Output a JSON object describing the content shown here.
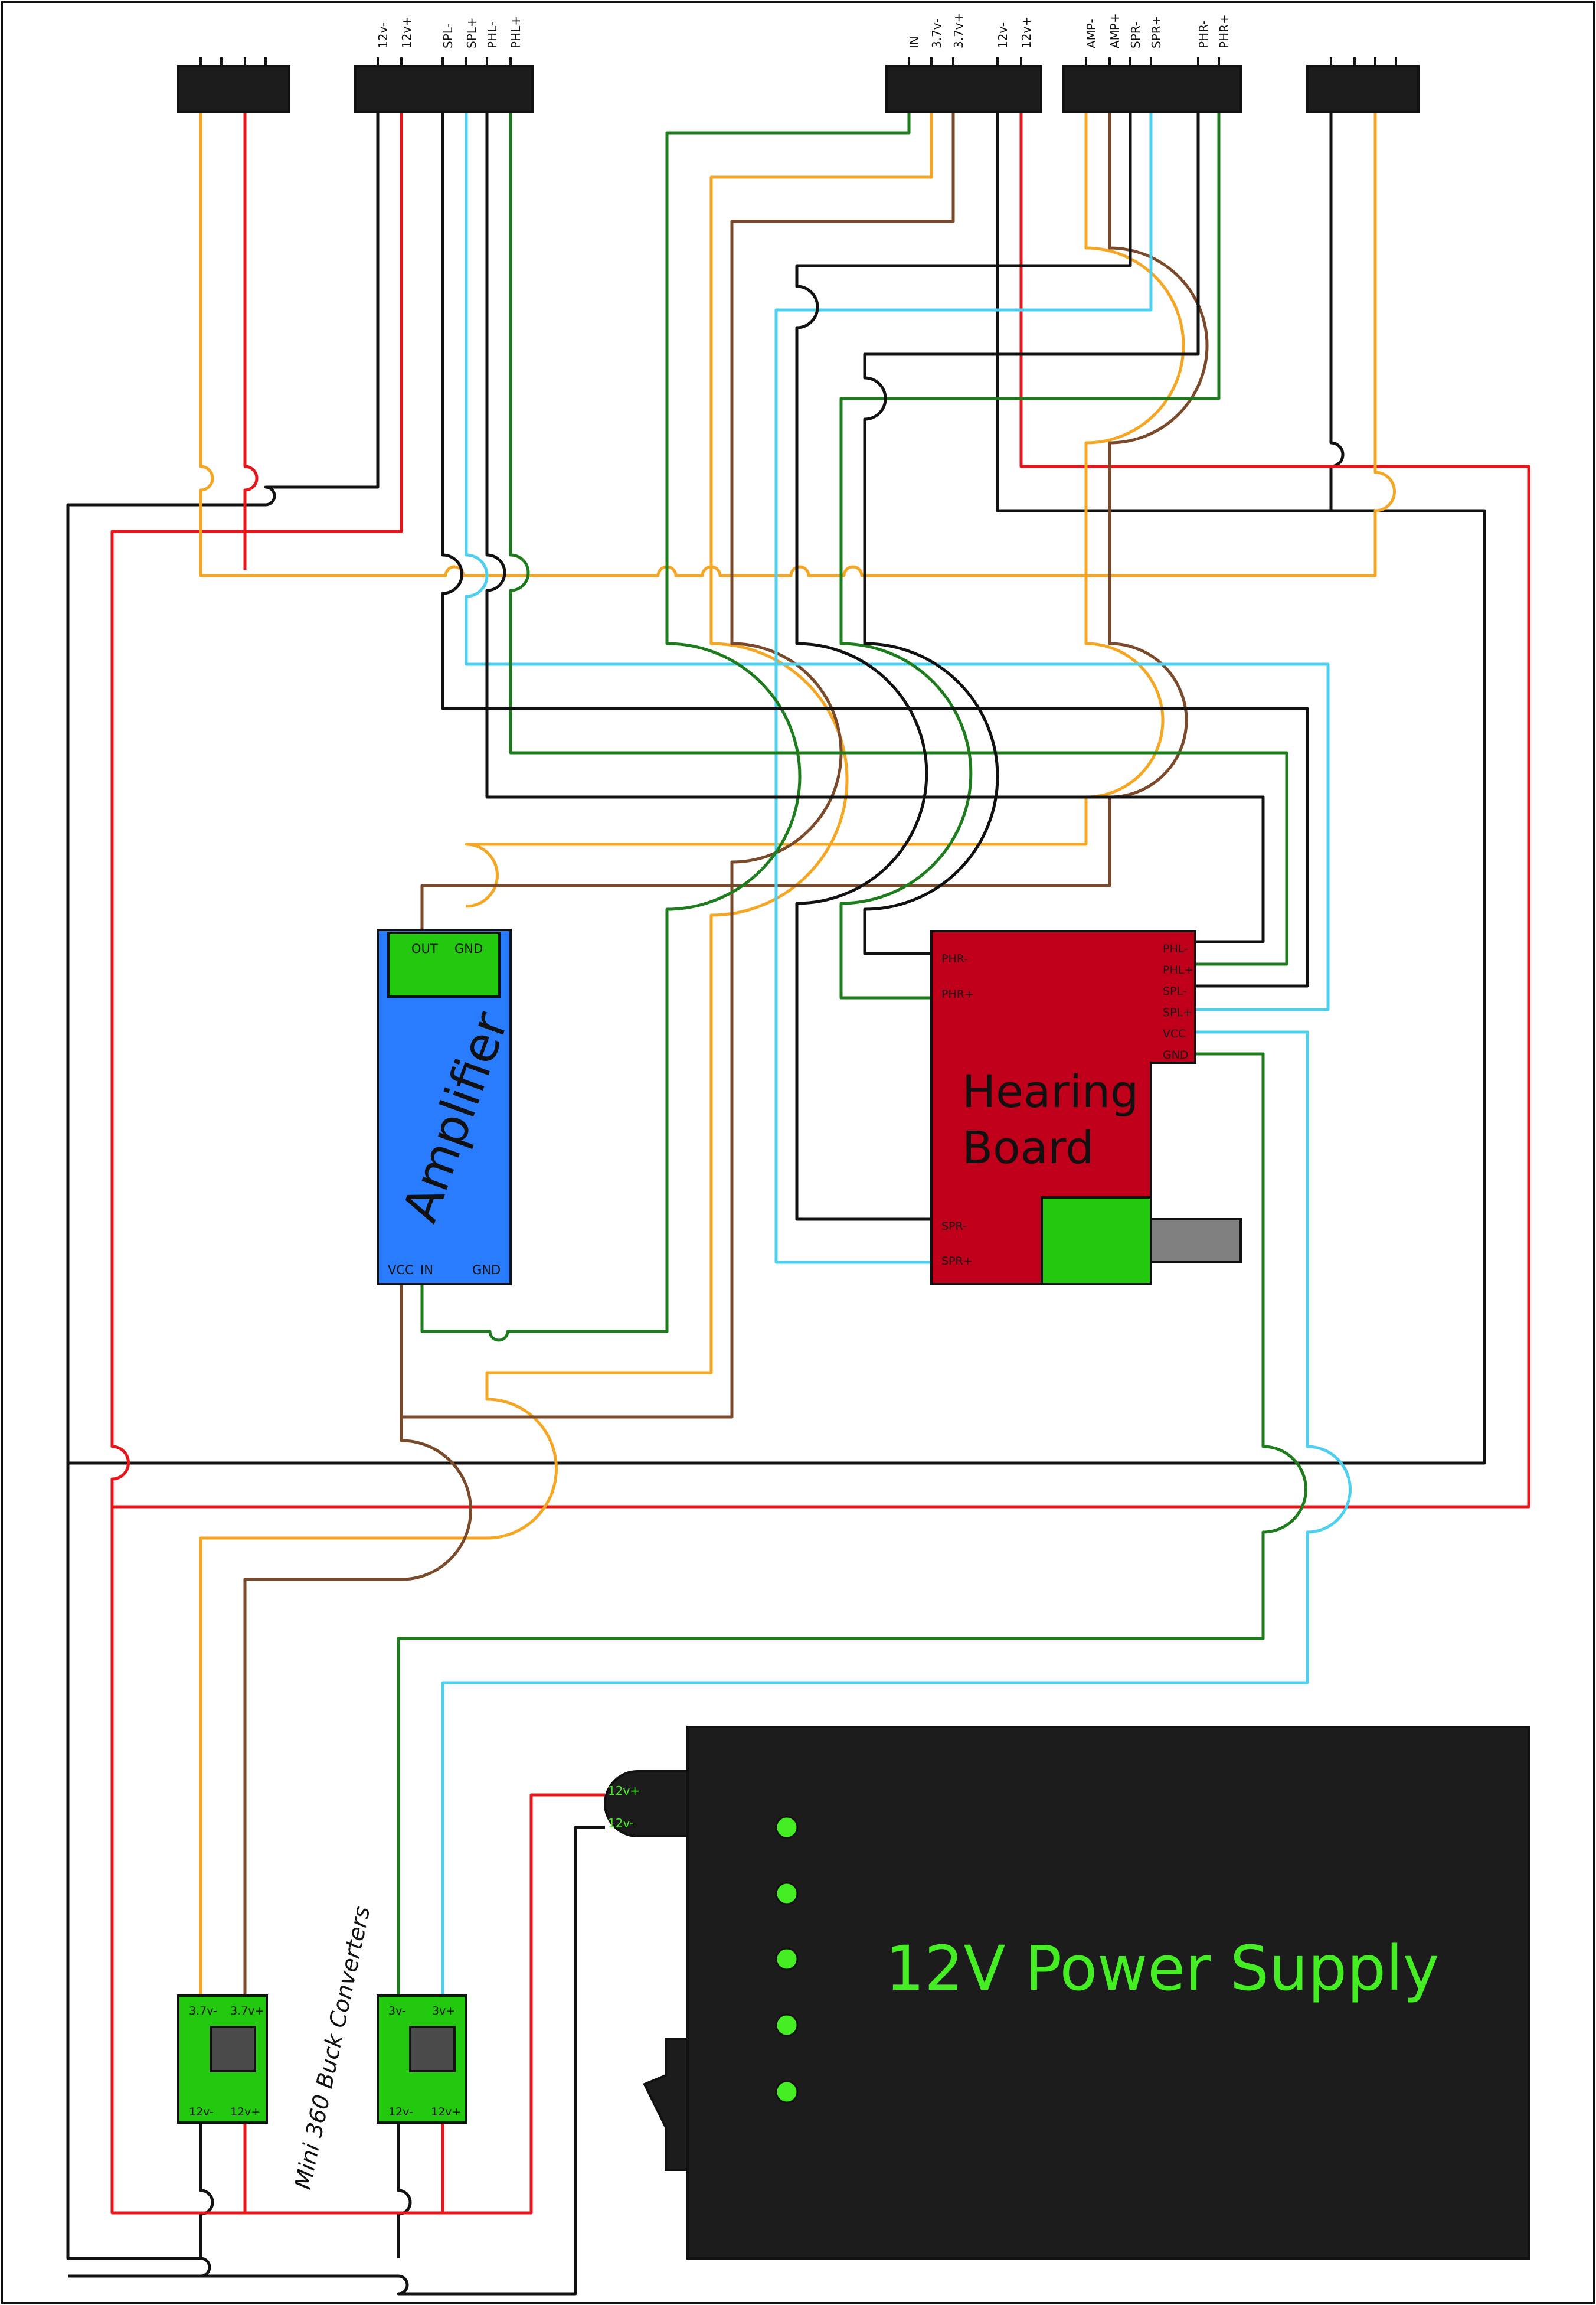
{
  "connectors": {
    "c1": {
      "pins": []
    },
    "c2": {
      "pins": [
        "12v-",
        "12v+",
        "",
        "SPL-",
        "SPL+",
        "PHL-",
        "PHL+"
      ]
    },
    "c3": {
      "pins": [
        "IN",
        "3.7v-",
        "3.7v+",
        "",
        "12v-",
        "12v+"
      ]
    },
    "c4": {
      "pins": [
        "AMP-",
        "AMP+",
        "SPR-",
        "SPR+",
        "",
        "PHR-",
        "PHR+"
      ]
    },
    "c5": {
      "pins": []
    }
  },
  "amplifier": {
    "title": "Amplifier",
    "out_label": "OUT",
    "gnd_top_label": "GND",
    "vcc_label": "VCC",
    "in_label": "IN",
    "gnd_bottom_label": "GND"
  },
  "hearing_board": {
    "title_line1": "Hearing",
    "title_line2": "Board",
    "left_pins": [
      "PHR-",
      "PHR+"
    ],
    "right_pins": [
      "PHL-",
      "PHL+",
      "SPL-",
      "SPL+",
      "VCC",
      "GND"
    ],
    "bottom_pins": [
      "SPR-",
      "SPR+"
    ]
  },
  "buck_converters": {
    "caption": "Mini 360 Buck Converters",
    "left": {
      "top_minus": "3.7v-",
      "top_plus": "3.7v+",
      "bottom_minus": "12v-",
      "bottom_plus": "12v+"
    },
    "right": {
      "top_minus": "3v-",
      "top_plus": "3v+",
      "bottom_minus": "12v-",
      "bottom_plus": "12v+"
    }
  },
  "power_supply": {
    "title": "12V Power Supply",
    "plug_plus": "12v+",
    "plug_minus": "12v-"
  },
  "colors": {
    "black": "#111111",
    "red": "#e8161b",
    "orange": "#f5a623",
    "brown": "#7a4a2a",
    "cyan": "#4dd0ef",
    "green": "#1d7d1d",
    "amplifier": "#2a7cff",
    "amp_header": "#22c90e",
    "hearing_board": "#c0001a",
    "psu": "#1c1c1c",
    "psu_text": "#44ee22",
    "connector": "#1c1c1c"
  }
}
